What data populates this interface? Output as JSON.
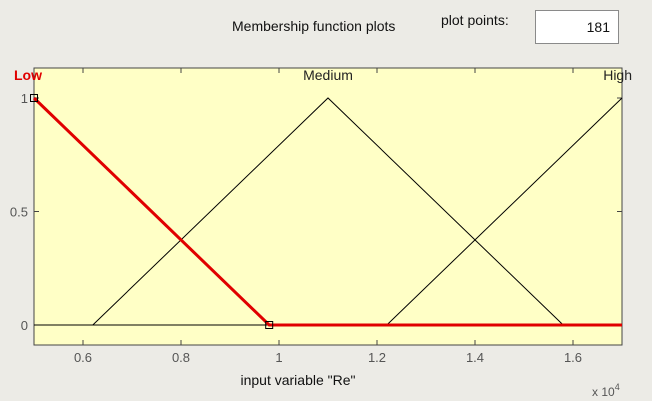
{
  "header": {
    "title": "Membership function plots",
    "plot_points_label": "plot points:",
    "plot_points_value": "181"
  },
  "colors": {
    "plot_background": "#ffffc6",
    "selected_mf": "#e00000",
    "mf_line": "#000000"
  },
  "chart_data": {
    "type": "line",
    "xlabel": "input variable \"Re\"",
    "x_exponent": "x 10",
    "x_exponent_power": "4",
    "xlim": [
      5000,
      17000
    ],
    "ylim": [
      0,
      1
    ],
    "x_tick_values": [
      6000,
      8000,
      10000,
      12000,
      14000,
      16000
    ],
    "x_tick_labels": [
      "0.6",
      "0.8",
      "1",
      "1.2",
      "1.4",
      "1.6"
    ],
    "y_tick_values": [
      0,
      0.5,
      1
    ],
    "y_tick_labels": [
      "0",
      "0.5",
      "1"
    ],
    "series": [
      {
        "name": "Low",
        "selected": true,
        "x": [
          5000,
          9800,
          17000
        ],
        "y": [
          1,
          0,
          0
        ]
      },
      {
        "name": "Medium",
        "selected": false,
        "x": [
          5000,
          6200,
          11000,
          15800,
          17000
        ],
        "y": [
          0,
          0,
          1,
          0,
          0
        ]
      },
      {
        "name": "High",
        "selected": false,
        "x": [
          5000,
          12200,
          17000
        ],
        "y": [
          0,
          0,
          1
        ]
      }
    ],
    "label_x": [
      5000,
      11000,
      17000
    ]
  }
}
